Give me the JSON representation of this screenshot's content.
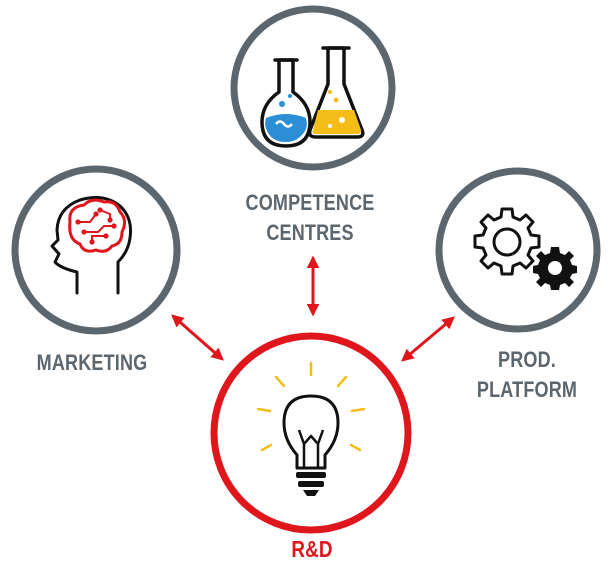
{
  "colors": {
    "gray": "#5c666e",
    "red": "#e0161d",
    "blue": "#2c8fd6",
    "yellow": "#f4bd1a",
    "dark": "#111111",
    "white": "#ffffff"
  },
  "nodes": {
    "competence": {
      "label_line1": "COMPETENCE",
      "label_line2": "CENTRES",
      "icon": "flasks-icon"
    },
    "marketing": {
      "label_line1": "MARKETING",
      "icon": "brain-head-icon"
    },
    "platform": {
      "label_line1": "PROD.",
      "label_line2": "PLATFORM",
      "icon": "gears-icon"
    },
    "rnd": {
      "label_line1": "R&D",
      "icon": "lightbulb-icon"
    }
  },
  "connectors": [
    {
      "from": "competence",
      "to": "rnd",
      "style": "double-arrow"
    },
    {
      "from": "marketing",
      "to": "rnd",
      "style": "double-arrow"
    },
    {
      "from": "platform",
      "to": "rnd",
      "style": "double-arrow"
    }
  ]
}
